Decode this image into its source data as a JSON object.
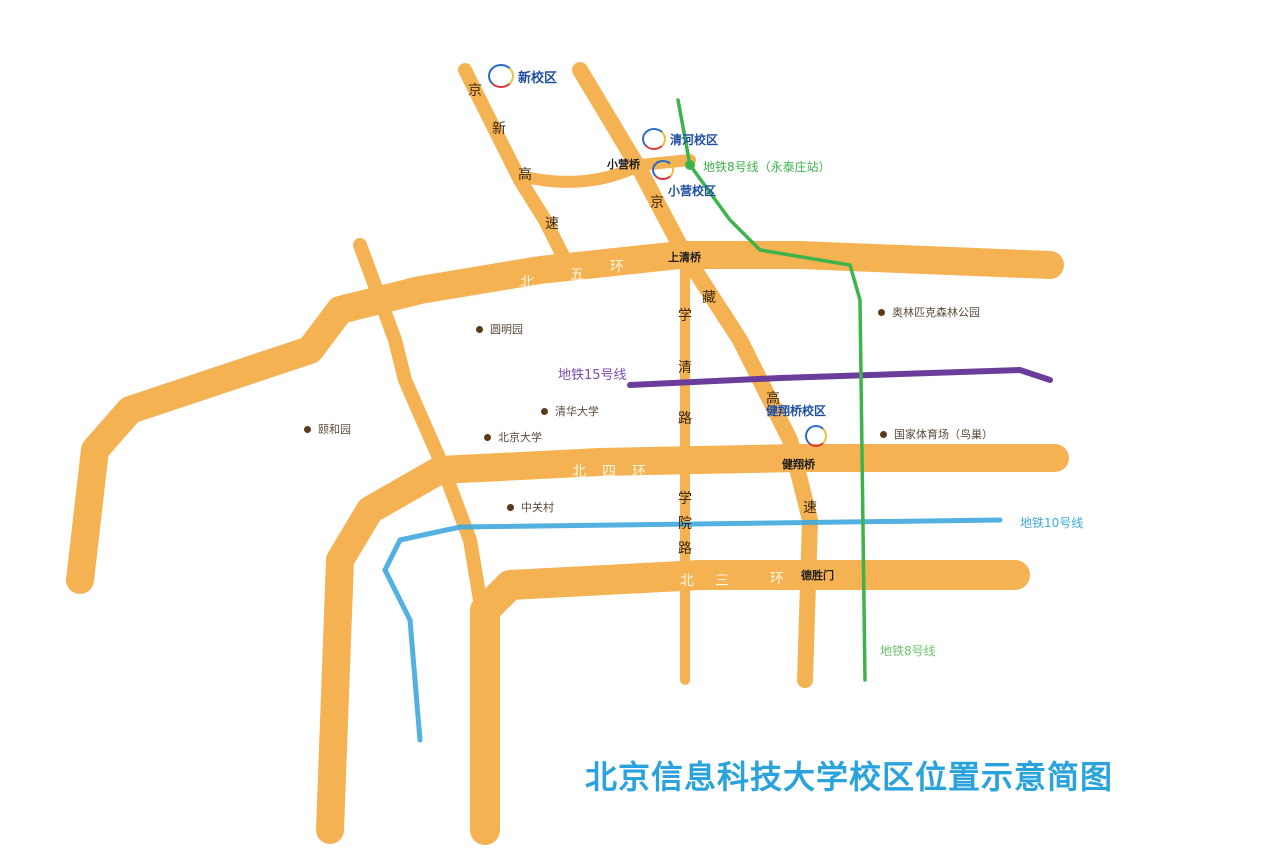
{
  "title": "北京信息科技大学校区位置示意简图",
  "colors": {
    "road": "#f5b252",
    "metro8": "#3cb44b",
    "metro10": "#3fa9dd",
    "metro15": "#6a3d9a",
    "campus_text": "#1f4fa0",
    "title": "#2aa3dc",
    "poi_dot": "#5b3a1a"
  },
  "campuses": [
    {
      "name": "新校区",
      "icon": "campus-logo-icon"
    },
    {
      "name": "清河校区",
      "icon": "campus-logo-icon"
    },
    {
      "name": "小营校区",
      "icon": "campus-logo-icon"
    },
    {
      "name": "健翔桥校区",
      "icon": "campus-logo-icon"
    }
  ],
  "bridges": [
    "小营桥",
    "上清桥",
    "健翔桥",
    "德胜门"
  ],
  "rings": {
    "north5": [
      "北",
      "五",
      "环"
    ],
    "north4": [
      "北",
      "四",
      "环"
    ],
    "north3": [
      "北",
      "三",
      "环"
    ]
  },
  "roads": {
    "jingxin": [
      "京",
      "新",
      "高",
      "速"
    ],
    "jingzang": [
      "京",
      "藏",
      "高",
      "速"
    ],
    "xueqing": [
      "学",
      "清",
      "路"
    ],
    "xueyuan": [
      "学",
      "院",
      "路"
    ]
  },
  "pois": [
    "圆明园",
    "颐和园",
    "清华大学",
    "北京大学",
    "中关村",
    "奥林匹克森林公园",
    "国家体育场（鸟巢）"
  ],
  "metro": {
    "line8_station": "地铁8号线（永泰庄站）",
    "line8": "地铁8号线",
    "line10": "地铁10号线",
    "line15": "地铁15号线"
  }
}
